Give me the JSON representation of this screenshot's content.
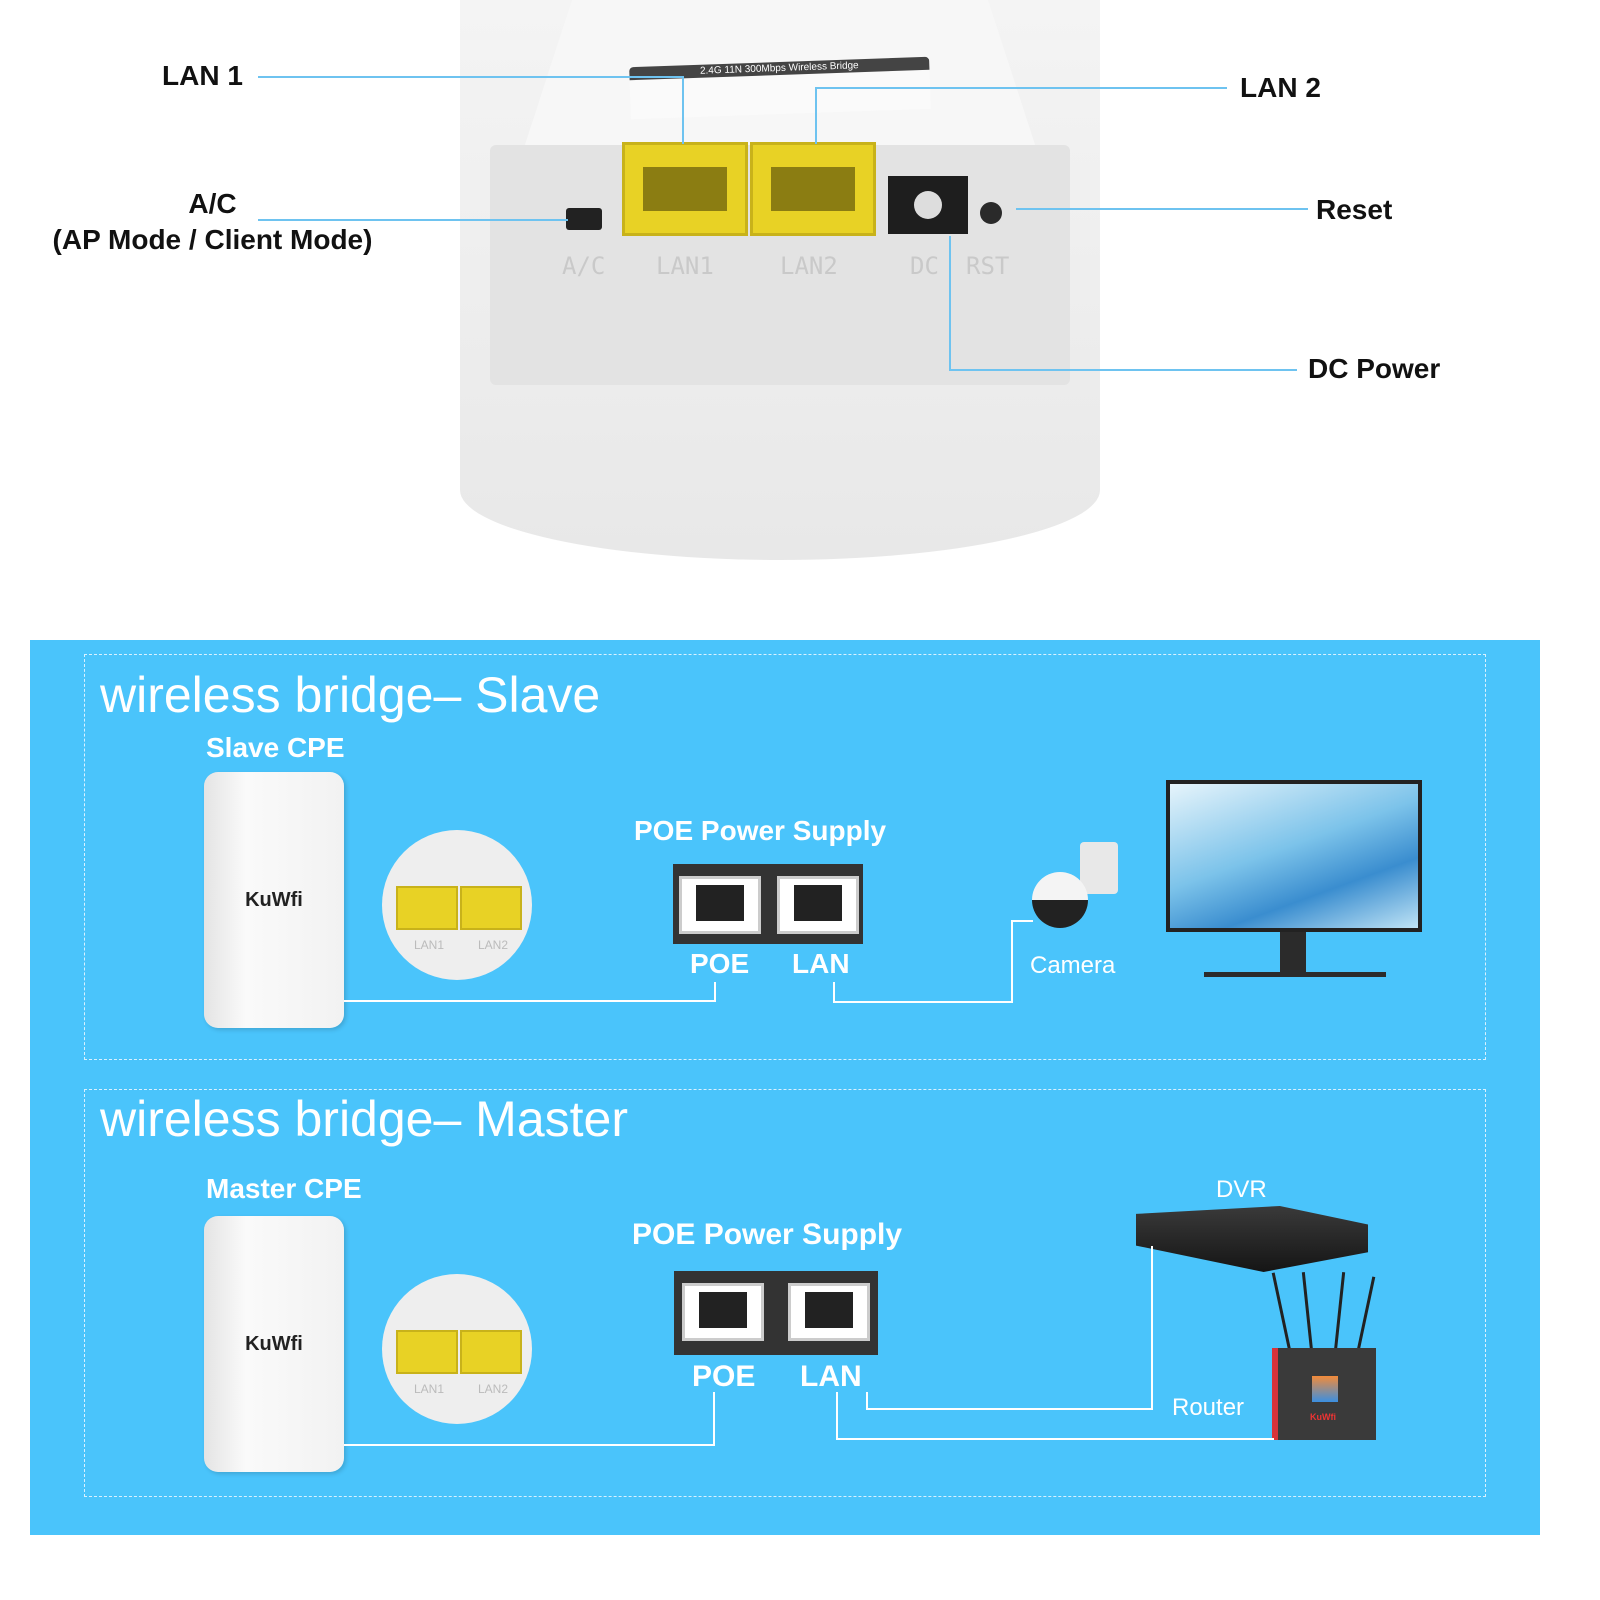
{
  "device": {
    "printed_label": "2.4G 11N 300Mbps Wireless Bridge",
    "port_labels": [
      "A/C",
      "LAN1",
      "LAN2",
      "DC",
      "RST"
    ]
  },
  "callouts": {
    "lan1": "LAN 1",
    "lan2": "LAN 2",
    "ac_line1": "A/C",
    "ac_line2": "(AP Mode / Client Mode)",
    "reset": "Reset",
    "dc_power": "DC Power"
  },
  "slave": {
    "title": "wireless bridge– Slave",
    "cpe_label": "Slave CPE",
    "cpe_brand": "KuWfi",
    "port_labels": [
      "LAN1",
      "LAN2"
    ],
    "poe_title": "POE Power Supply",
    "poe_label": "POE",
    "lan_label": "LAN",
    "camera_label": "Camera"
  },
  "master": {
    "title": "wireless bridge– Master",
    "cpe_label": "Master CPE",
    "cpe_brand": "KuWfi",
    "port_labels": [
      "LAN1",
      "LAN2"
    ],
    "poe_title": "POE Power Supply",
    "poe_label": "POE",
    "lan_label": "LAN",
    "dvr_label": "DVR",
    "router_label": "Router",
    "router_brand": "KuWfi"
  },
  "colors": {
    "panel_bg": "#4ac4fb",
    "callout_line": "#6ec3f0",
    "port_yellow": "#e8d225"
  }
}
